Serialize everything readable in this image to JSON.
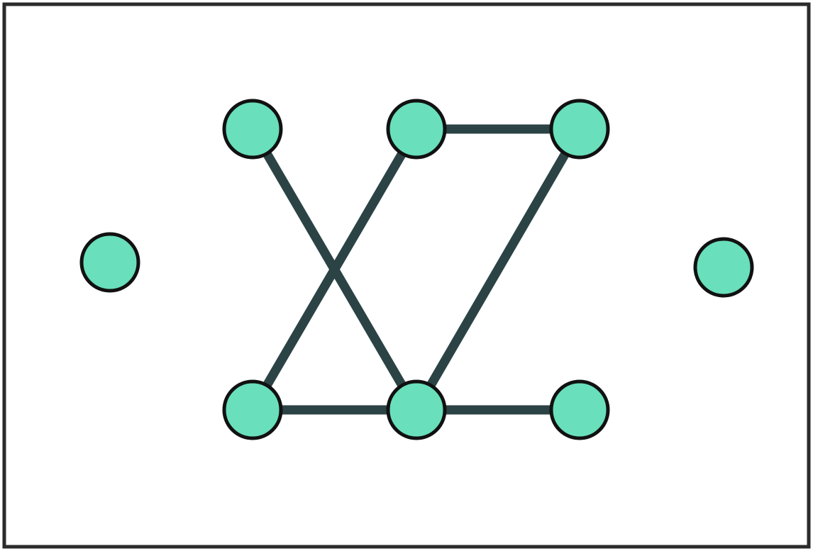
{
  "diagram": {
    "type": "graph",
    "colors": {
      "background": "#ffffff",
      "frame": "#2b2b2b",
      "node_fill": "#69dfbc",
      "node_stroke": "#111111",
      "edge": "#2c4346"
    },
    "nodes": [
      {
        "id": "n1"
      },
      {
        "id": "n2"
      },
      {
        "id": "n3"
      },
      {
        "id": "n4"
      },
      {
        "id": "n5"
      },
      {
        "id": "n6"
      },
      {
        "id": "n7"
      },
      {
        "id": "n8"
      }
    ],
    "edges": [
      {
        "from": "n2",
        "to": "n6"
      },
      {
        "from": "n3",
        "to": "n5"
      },
      {
        "from": "n3",
        "to": "n4"
      },
      {
        "from": "n4",
        "to": "n6"
      },
      {
        "from": "n5",
        "to": "n6"
      },
      {
        "from": "n6",
        "to": "n7"
      }
    ]
  }
}
